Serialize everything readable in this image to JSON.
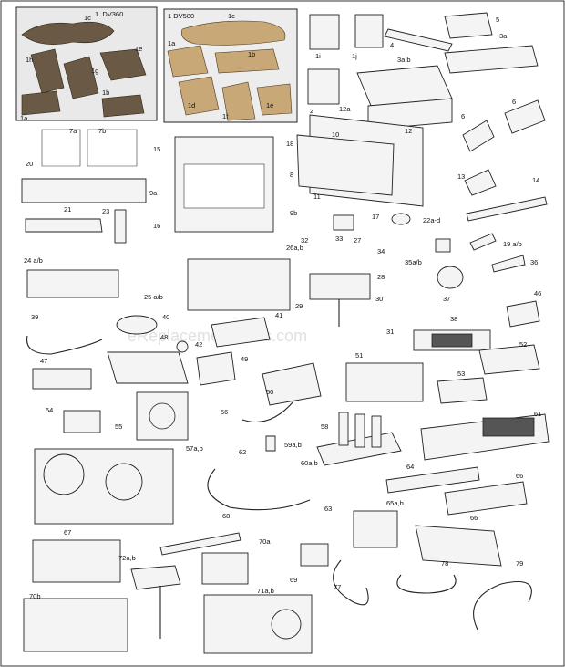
{
  "watermark": "eReplacementParts.com",
  "box1_title": "1. DV360",
  "box2_title": "1 DV580",
  "labels": {
    "b1_1c": "1c",
    "b1_1h": "1h",
    "b1_1g": "1g",
    "b1_1e": "1e",
    "b1_1a": "1a",
    "b1_1b": "1b",
    "b2_1c": "1c",
    "b2_1a": "1a",
    "b2_1b": "1b",
    "b2_1d": "1d",
    "b2_1f": "1f",
    "b2_1e": "1e",
    "l_1i": "1i",
    "l_1j": "1j",
    "l_2": "2",
    "l_3a": "3a",
    "l_3ab": "3a,b",
    "l_4": "4",
    "l_5": "5",
    "l_6a": "6",
    "l_6b": "6",
    "l_7a": "7a",
    "l_7b": "7b",
    "l_8": "8",
    "l_9a": "9a",
    "l_9b": "9b",
    "l_10": "10",
    "l_11": "11",
    "l_12": "12",
    "l_12a": "12a",
    "l_13": "13",
    "l_14": "14",
    "l_15": "15",
    "l_16": "16",
    "l_17": "17",
    "l_18": "18",
    "l_19": "19 a/b",
    "l_20": "20",
    "l_21": "21",
    "l_22": "22a-d",
    "l_23": "23",
    "l_24": "24 a/b",
    "l_25": "25 a/b",
    "l_26": "26a,b",
    "l_27": "27",
    "l_28": "28",
    "l_29": "29",
    "l_30": "30",
    "l_31": "31",
    "l_32": "32",
    "l_33": "33",
    "l_34": "34",
    "l_35": "35a/b",
    "l_36": "36",
    "l_37": "37",
    "l_38": "38",
    "l_39": "39",
    "l_40": "40",
    "l_41": "41",
    "l_42": "42",
    "l_46": "46",
    "l_47": "47",
    "l_48": "48",
    "l_49": "49",
    "l_50": "50",
    "l_51": "51",
    "l_52": "52",
    "l_53": "53",
    "l_54": "54",
    "l_55": "55",
    "l_56": "56",
    "l_57": "57a,b",
    "l_58": "58",
    "l_59": "59a,b",
    "l_60": "60a,b",
    "l_61": "61",
    "l_62": "62",
    "l_63": "63",
    "l_64": "64",
    "l_65": "65a,b",
    "l_66a": "66",
    "l_66b": "66",
    "l_67": "67",
    "l_68": "68",
    "l_69": "69",
    "l_70a": "70a",
    "l_70b": "70b",
    "l_71": "71a,b",
    "l_72": "72a,b",
    "l_77": "77",
    "l_78": "78",
    "l_79": "79"
  }
}
